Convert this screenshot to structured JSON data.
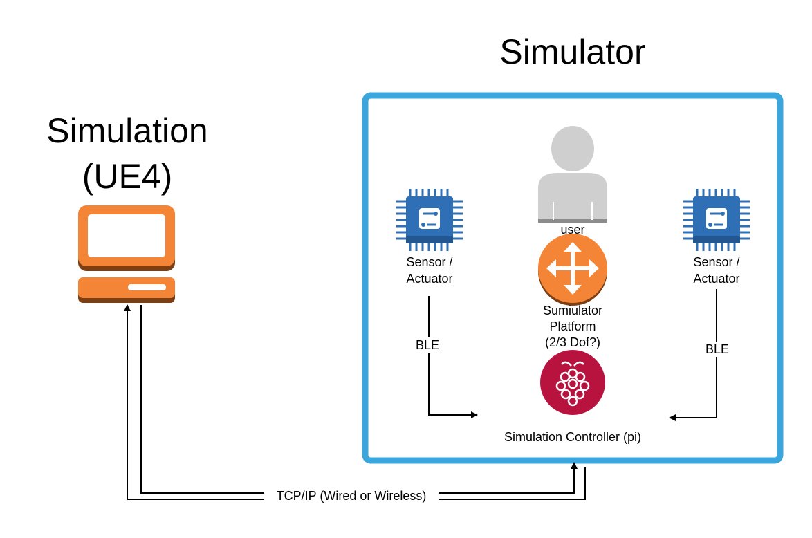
{
  "titles": {
    "simulator": "Simulator",
    "simulation_line1": "Simulation",
    "simulation_line2": "(UE4)"
  },
  "nodes": {
    "sensor_left": {
      "line1": "Sensor /",
      "line2": "Actuator",
      "icon": "chip-icon"
    },
    "sensor_right": {
      "line1": "Sensor /",
      "line2": "Actuator",
      "icon": "chip-icon"
    },
    "user": {
      "label": "user",
      "icon": "user-icon"
    },
    "platform": {
      "line1": "Sumiulator",
      "line2": "Platform",
      "line3": "(2/3 Dof?)",
      "icon": "router-arrows-icon"
    },
    "controller": {
      "label": "Simulation Controller (pi)",
      "icon": "raspberry-pi-icon"
    },
    "computer": {
      "icon": "desktop-computer-icon"
    }
  },
  "edges": {
    "ble_left": "BLE",
    "ble_right": "BLE",
    "network": "TCP/IP (Wired or Wireless)"
  },
  "colors": {
    "simulator_border": "#3AA6DC",
    "computer_orange": "#F58536",
    "computer_dark": "#7B3F16",
    "chip_blue": "#2E6FB5",
    "user_gray": "#CFCFCF",
    "platform_orange": "#F58536",
    "pi_crimson": "#B8123F"
  }
}
